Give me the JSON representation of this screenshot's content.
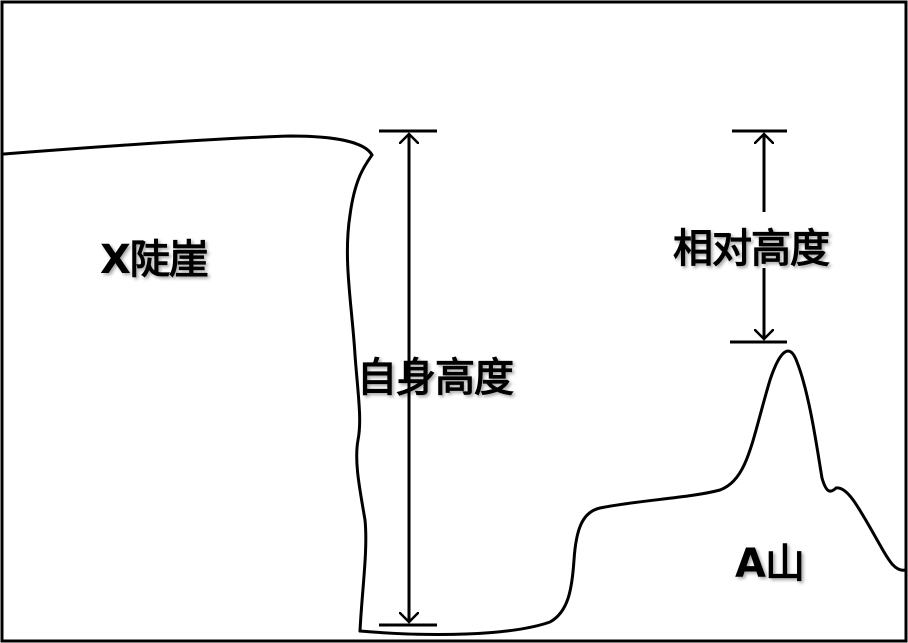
{
  "labels": {
    "cliff": "X陡崖",
    "own_height": "自身高度",
    "relative_height": "相对高度",
    "mountain": "A山"
  },
  "colors": {
    "line": "#000000",
    "background": "#ffffff"
  }
}
